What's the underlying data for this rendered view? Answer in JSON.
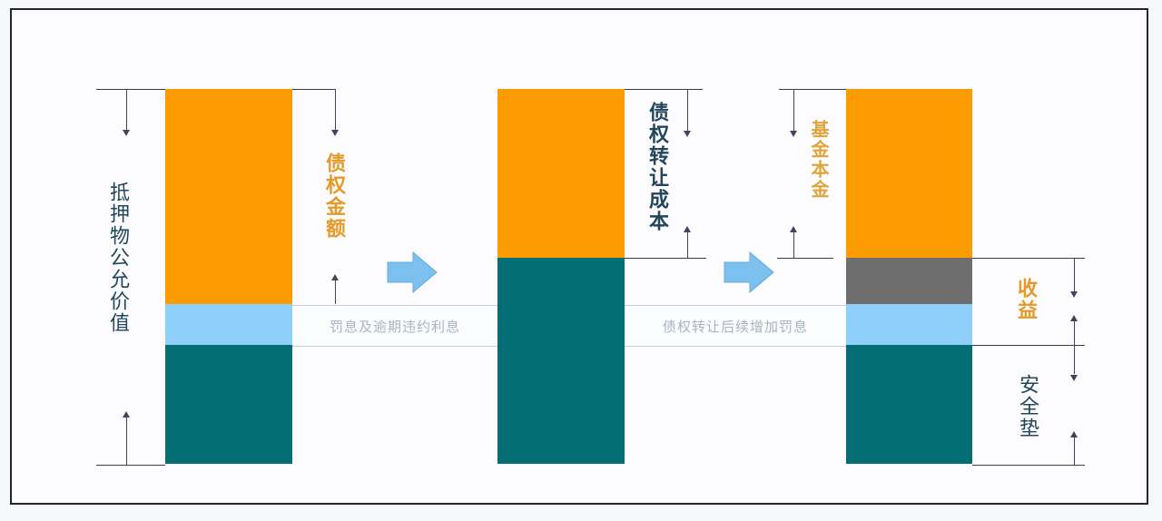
{
  "colors": {
    "orange": "#fd9c02",
    "light_blue": "#8fd0fa",
    "teal": "#046e74",
    "grey": "#6e6e6e",
    "arrow_blue": "#7cc0f0",
    "label_dark": "#22465a",
    "label_gold": "#e49a2a"
  },
  "stages": [
    {
      "name": "stage-1-original-claim",
      "segments": [
        {
          "label": "debt-amount",
          "color": "orange"
        },
        {
          "label": "penalty-interest",
          "color": "light_blue"
        },
        {
          "label": "collateral-remaining",
          "color": "teal"
        }
      ],
      "left_label": "抵押物公允价值",
      "right_label": "债权金额"
    },
    {
      "name": "stage-2-transfer",
      "segments": [
        {
          "label": "transfer-cost",
          "color": "orange"
        },
        {
          "label": "remaining",
          "color": "teal"
        }
      ],
      "right_label": "债权转让成本"
    },
    {
      "name": "stage-3-fund",
      "segments": [
        {
          "label": "fund-principal",
          "color": "orange"
        },
        {
          "label": "return-grey",
          "color": "grey"
        },
        {
          "label": "return-blue",
          "color": "light_blue"
        },
        {
          "label": "safety-cushion",
          "color": "teal"
        }
      ],
      "left_label": "基金本金",
      "right_labels": [
        "收益",
        "安全垫"
      ]
    }
  ],
  "bands": [
    "罚息及逾期违约利息",
    "债权转让后续增加罚息"
  ],
  "flow_arrows": [
    "right-arrow",
    "right-arrow"
  ]
}
